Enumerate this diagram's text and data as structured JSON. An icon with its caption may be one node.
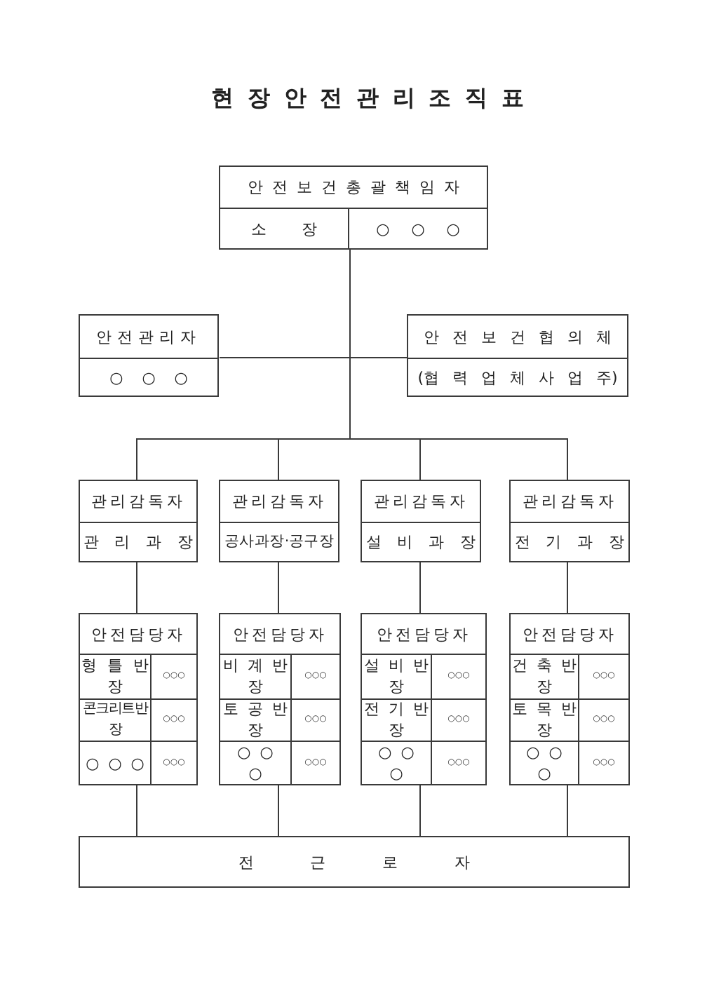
{
  "diagram": {
    "title": "현 장 안 전 관 리 조 직 표",
    "nodes": [
      {
        "text": [
          "안 전 보 건 총 괄 책 임 자",
          "소 장",
          "○ ○ ○"
        ]
      },
      {
        "text": [
          "안전관리자",
          "○ ○ ○"
        ]
      },
      {
        "text": [
          "안 전 보 건 협 의 체",
          "(협 력 업 체 사 업 주)"
        ]
      },
      {
        "text": [
          "관리감독자",
          "관 리 과 장"
        ]
      },
      {
        "text": [
          "관리감독자",
          "공사과장·공구장"
        ]
      },
      {
        "text": [
          "관리감독자",
          "설 비 과 장"
        ]
      },
      {
        "text": [
          "관리감독자",
          "전 기 과 장"
        ]
      },
      {
        "text": [
          "안전담당자",
          "형 틀 반 장",
          "○○○",
          "콘크리트반장",
          "○○○",
          "○ ○ ○",
          "○○○"
        ]
      },
      {
        "text": [
          "안전담당자",
          "비 계 반 장",
          "○○○",
          "토 공 반 장",
          "○○○",
          "○ ○ ○",
          "○○○"
        ]
      },
      {
        "text": [
          "안전담당자",
          "설 비 반 장",
          "○○○",
          "전 기 반 장",
          "○○○",
          "○ ○ ○",
          "○○○"
        ]
      },
      {
        "text": [
          "안전담당자",
          "건 축 반 장",
          "○○○",
          "토 목 반 장",
          "○○○",
          "○ ○ ○",
          "○○○"
        ]
      },
      {
        "text": [
          "전 근 로 자"
        ]
      }
    ],
    "edges": [
      {
        "from": 0,
        "to": 1,
        "arrow": "none"
      },
      {
        "from": 0,
        "to": 2,
        "arrow": "none"
      },
      {
        "from": 0,
        "to": 3,
        "arrow": "none"
      },
      {
        "from": 0,
        "to": 4,
        "arrow": "none"
      },
      {
        "from": 0,
        "to": 5,
        "arrow": "none"
      },
      {
        "from": 0,
        "to": 6,
        "arrow": "none"
      },
      {
        "from": 3,
        "to": 7,
        "arrow": "none"
      },
      {
        "from": 4,
        "to": 8,
        "arrow": "none"
      },
      {
        "from": 5,
        "to": 9,
        "arrow": "none"
      },
      {
        "from": 6,
        "to": 10,
        "arrow": "none"
      },
      {
        "from": 7,
        "to": 11,
        "arrow": "none"
      },
      {
        "from": 8,
        "to": 11,
        "arrow": "none"
      },
      {
        "from": 9,
        "to": 11,
        "arrow": "none"
      },
      {
        "from": 10,
        "to": 11,
        "arrow": "none"
      }
    ]
  }
}
